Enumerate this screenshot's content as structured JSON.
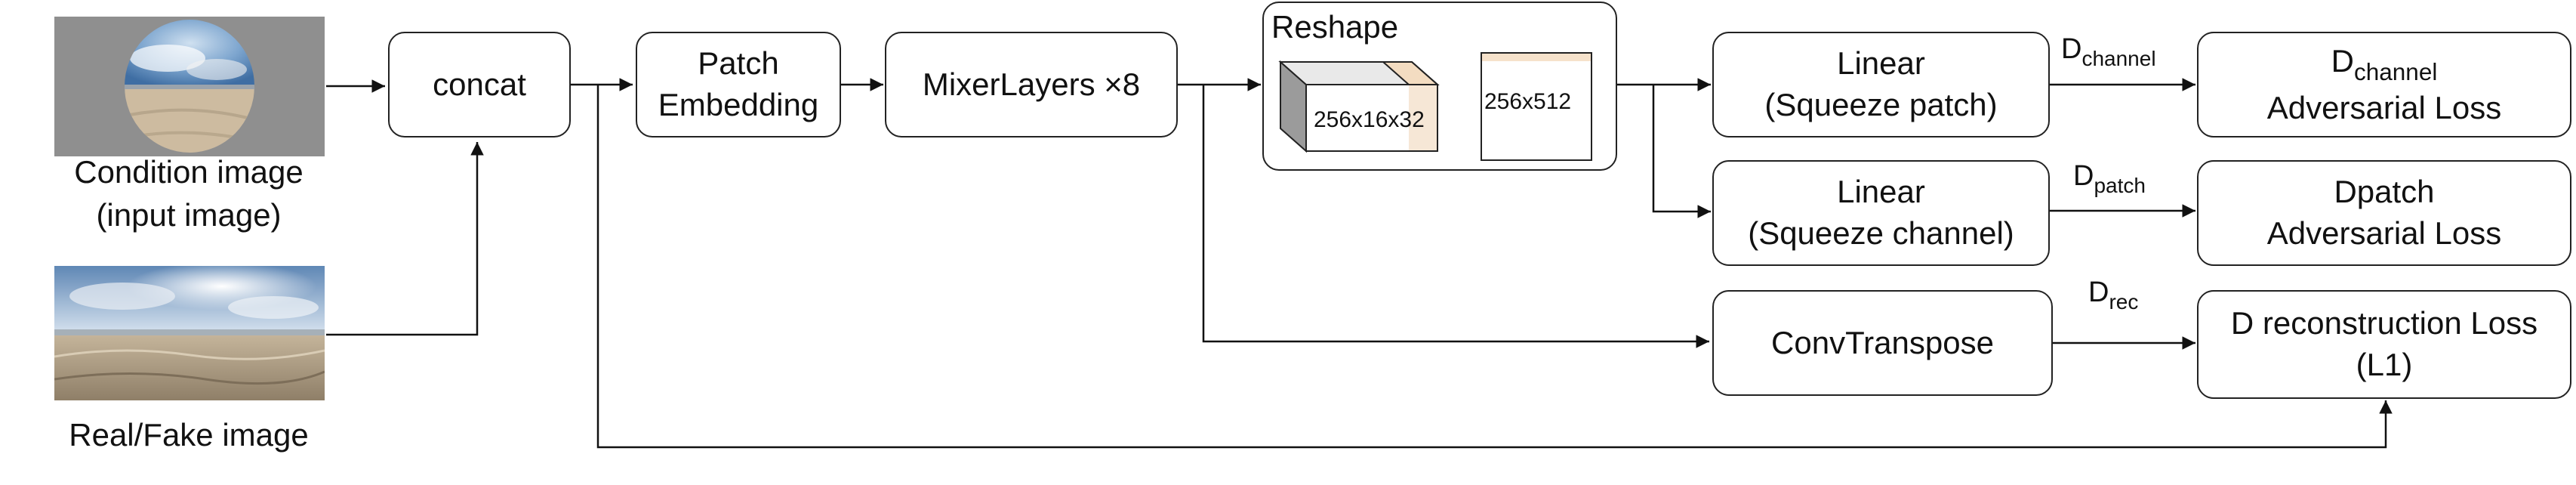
{
  "images": {
    "condition_caption_line1": "Condition image",
    "condition_caption_line2": "(input image)",
    "realfake_caption": "Real/Fake image"
  },
  "blocks": {
    "concat": "concat",
    "patch_line1": "Patch",
    "patch_line2": "Embedding",
    "mixer": "MixerLayers ×8",
    "reshape_title": "Reshape",
    "reshape_cube_label": "256x16x32",
    "reshape_rect_label": "256x512",
    "linear1_line1": "Linear",
    "linear1_line2": "(Squeeze patch)",
    "linear2_line1": "Linear",
    "linear2_line2": "(Squeeze channel)",
    "convtranspose": "ConvTranspose"
  },
  "losses": {
    "channel_loss_main": "D",
    "channel_loss_sub": "channel",
    "channel_loss_line2": "Adversarial Loss",
    "patch_loss_line1": "Dpatch",
    "patch_loss_line2": "Adversarial Loss",
    "rec_loss_line1": "D reconstruction Loss",
    "rec_loss_line2": "(L1)"
  },
  "edge_labels": {
    "channel_main": "D",
    "channel_sub": "channel",
    "patch_main": "D",
    "patch_sub": "patch",
    "rec_main": "D",
    "rec_sub": "rec"
  }
}
